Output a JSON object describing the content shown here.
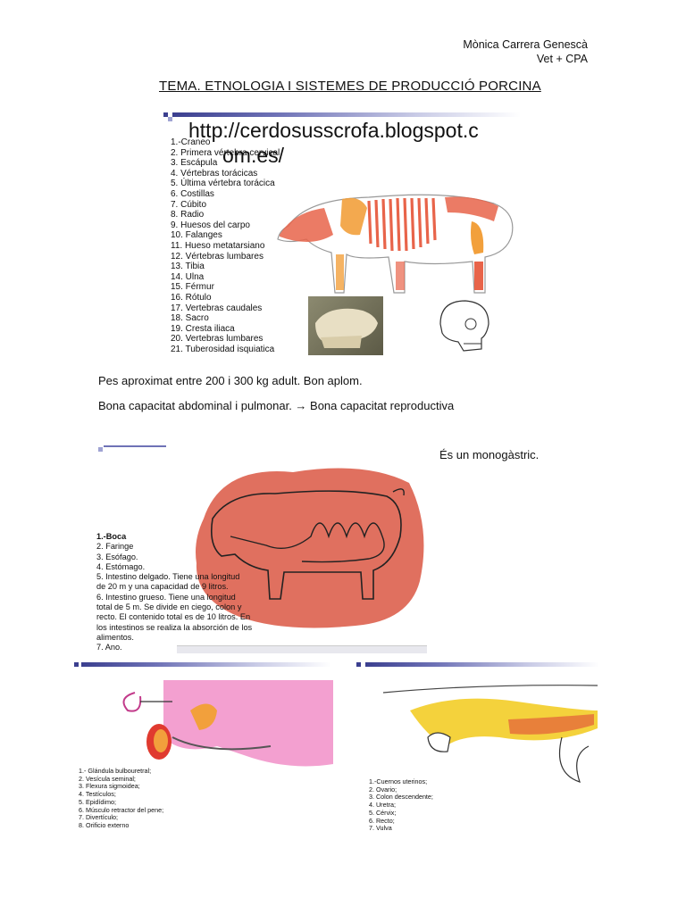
{
  "header": {
    "author": "Mònica Carrera Genescà",
    "course": "Vet + CPA"
  },
  "title": "TEMA. ETNOLOGIA I SISTEMES DE PRODUCCIÓ PORCINA",
  "skeleton_figure": {
    "url_watermark_line1": "http://cerdosusscrofa.blogspot.c",
    "url_watermark_line2": "om.es/",
    "labels": [
      "1.-Craneo",
      "2. Primera vértebra cervical",
      "3. Escápula",
      "4. Vértebras torácicas",
      "5. Última vértebra torácica",
      "6. Costillas",
      "7. Cúbito",
      "8. Radio",
      "9. Huesos del carpo",
      "10. Falanges",
      "11. Hueso metatarsiano",
      "12. Vértebras lumbares",
      "13. Tibia",
      "14. Ulna",
      "15. Férmur",
      "16. Rótulo",
      "17. Vertebras caudales",
      "18. Sacro",
      "19. Cresta iliaca",
      "20. Vertebras lumbares",
      "21. Tuberosidad isquiatica"
    ]
  },
  "paragraphs": {
    "weight": "Pes aproximat entre 200 i 300 kg adult. Bon aplom.",
    "capacity": "Bona capacitat abdominal i pulmonar. → Bona capacitat reproductiva",
    "monogastric": "És un monogàstric."
  },
  "digestive_figure": {
    "labels": [
      "1.-Boca",
      "2. Faringe",
      "3. Esófago.",
      "4. Estómago.",
      "5. Intestino delgado. Tiene una longitud",
      "de 20 m y una capacidad de 9 litros.",
      "6. Intestino grueso. Tiene una longitud",
      "total de 5 m. Se divide en ciego, colon y",
      "recto. El contenido total es de 10 litros. En",
      "los intestinos se realiza la absorción de los",
      "alimentos.",
      "7. Ano."
    ]
  },
  "male_figure": {
    "labels": [
      "1.- Glándula bulbouretral;",
      "2. Vesícula seminal;",
      "3. Flexura sigmoidea;",
      "4. Testículos;",
      "5. Epidídimo;",
      "6. Músculo retractor del pene;",
      "7. Divertículo;",
      "8. Orificio externo"
    ]
  },
  "female_figure": {
    "labels": [
      "1.-Cuernos uterinos;",
      "2. Ovario;",
      "3. Colon descendente;",
      "4. Uretra;",
      "5. Cérvix;",
      "6. Recto;",
      "7. Vulva"
    ]
  },
  "colors": {
    "bone_red": "#e8644a",
    "bone_orange": "#f2a03c",
    "digestive_red": "#e0705f",
    "male_pink": "#f3a0d0",
    "female_yellow": "#f4d23c"
  }
}
